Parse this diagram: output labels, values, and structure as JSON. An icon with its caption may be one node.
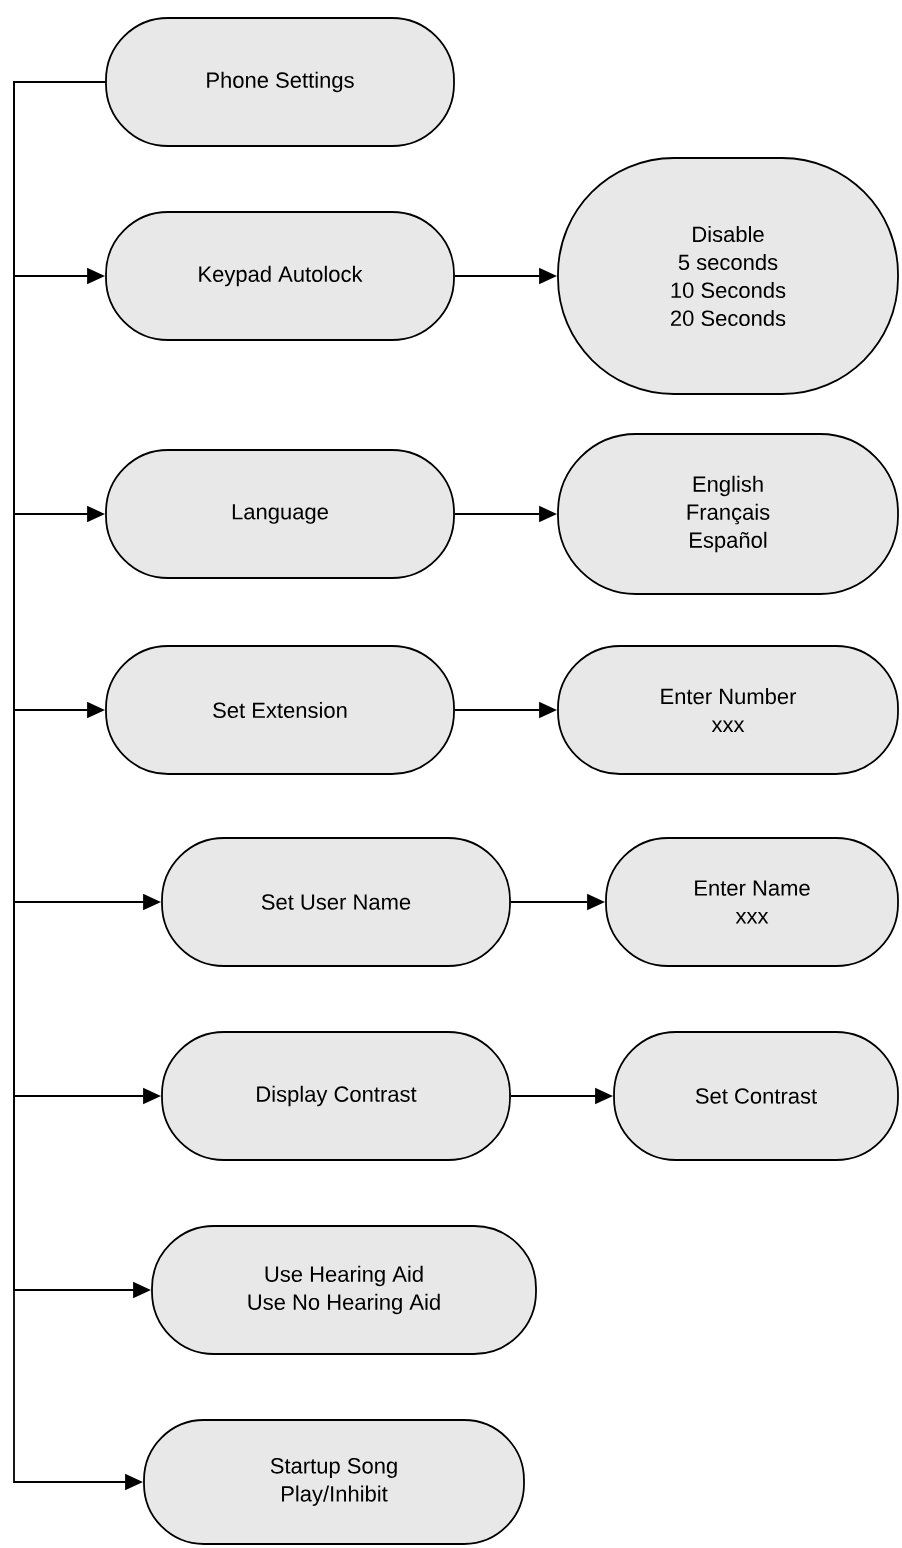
{
  "diagram": {
    "nodes": [
      {
        "text": [
          "Phone Settings"
        ]
      },
      {
        "text": [
          "Keypad Autolock"
        ]
      },
      {
        "text": [
          "Disable",
          "5 seconds",
          "10 Seconds",
          "20 Seconds"
        ]
      },
      {
        "text": [
          "Language"
        ]
      },
      {
        "text": [
          "English",
          "Français",
          "Español"
        ]
      },
      {
        "text": [
          "Set Extension"
        ]
      },
      {
        "text": [
          "Enter Number",
          "xxx"
        ]
      },
      {
        "text": [
          "Set User Name"
        ]
      },
      {
        "text": [
          "Enter Name",
          "xxx"
        ]
      },
      {
        "text": [
          "Display Contrast"
        ]
      },
      {
        "text": [
          "Set Contrast"
        ]
      },
      {
        "text": [
          "Use Hearing Aid",
          "Use No Hearing Aid"
        ]
      },
      {
        "text": [
          "Startup Song",
          "Play/Inhibit"
        ]
      }
    ],
    "edges": [
      {
        "from": 0,
        "to": 1,
        "arrow": "to"
      },
      {
        "from": 0,
        "to": 3,
        "arrow": "to"
      },
      {
        "from": 0,
        "to": 5,
        "arrow": "to"
      },
      {
        "from": 0,
        "to": 7,
        "arrow": "to"
      },
      {
        "from": 0,
        "to": 9,
        "arrow": "to"
      },
      {
        "from": 0,
        "to": 11,
        "arrow": "to"
      },
      {
        "from": 0,
        "to": 12,
        "arrow": "to"
      },
      {
        "from": 1,
        "to": 2,
        "arrow": "to"
      },
      {
        "from": 3,
        "to": 4,
        "arrow": "to"
      },
      {
        "from": 5,
        "to": 6,
        "arrow": "to"
      },
      {
        "from": 7,
        "to": 8,
        "arrow": "to"
      },
      {
        "from": 9,
        "to": 10,
        "arrow": "to"
      }
    ]
  }
}
